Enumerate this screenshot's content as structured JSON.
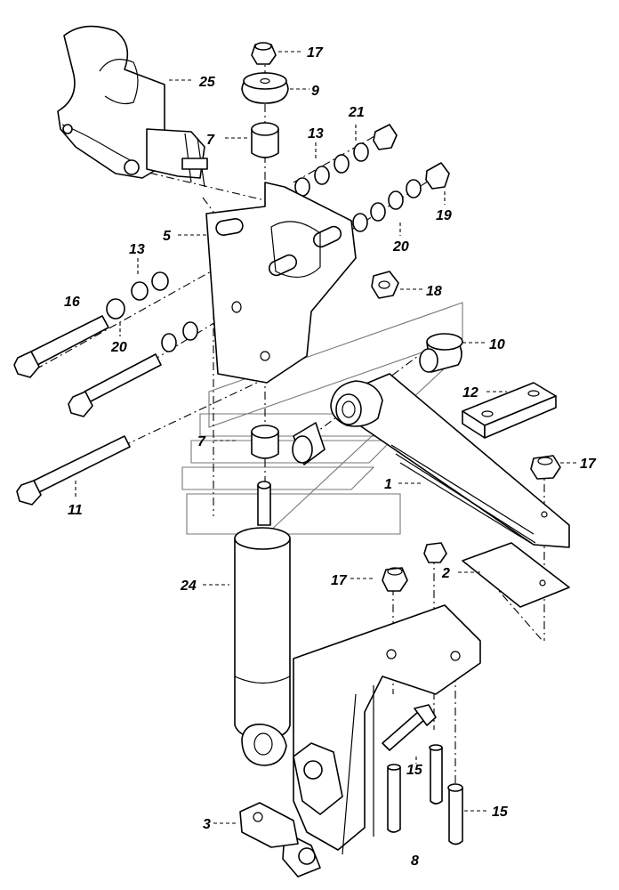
{
  "diagram": {
    "callouts": [
      {
        "label": "17"
      },
      {
        "label": "9"
      },
      {
        "label": "25"
      },
      {
        "label": "21"
      },
      {
        "label": "7"
      },
      {
        "label": "13"
      },
      {
        "label": "19"
      },
      {
        "label": "5"
      },
      {
        "label": "20"
      },
      {
        "label": "13"
      },
      {
        "label": "18"
      },
      {
        "label": "16"
      },
      {
        "label": "20"
      },
      {
        "label": "10"
      },
      {
        "label": "12"
      },
      {
        "label": "7"
      },
      {
        "label": "17"
      },
      {
        "label": "1"
      },
      {
        "label": "11"
      },
      {
        "label": "2"
      },
      {
        "label": "24"
      },
      {
        "label": "17"
      },
      {
        "label": "15"
      },
      {
        "label": "15"
      },
      {
        "label": "3"
      },
      {
        "label": "8"
      }
    ]
  }
}
